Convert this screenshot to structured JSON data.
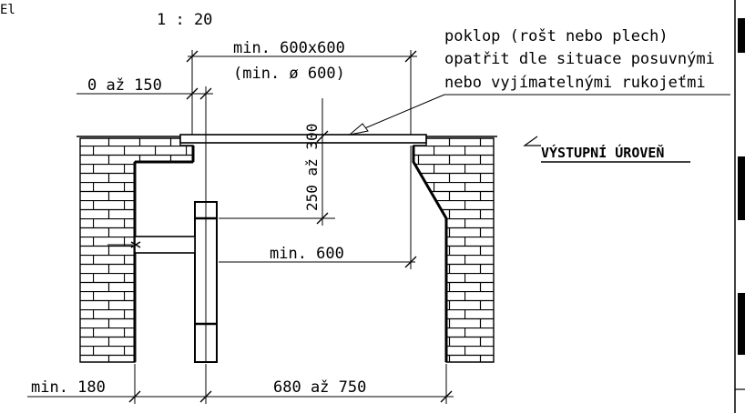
{
  "scale": "1 : 20",
  "corner_label": "El",
  "labels": {
    "opening_size_line1": "min. 600x600",
    "opening_size_line2": "(min. ø 600)",
    "edge_offset": "0 až 150",
    "ladder_top_extension": "250 až 300",
    "ladder_wall_gap": "min. 600",
    "wall_to_ladder": "min. 180",
    "ladder_to_opposite_wall": "680 až 750",
    "exit_level": "VÝSTUPNÍ ÚROVEŇ"
  },
  "note": [
    "poklop (rošt nebo plech)",
    "opatřit dle situace posuvnými",
    "nebo vyjímatelnými rukojeťmi"
  ]
}
